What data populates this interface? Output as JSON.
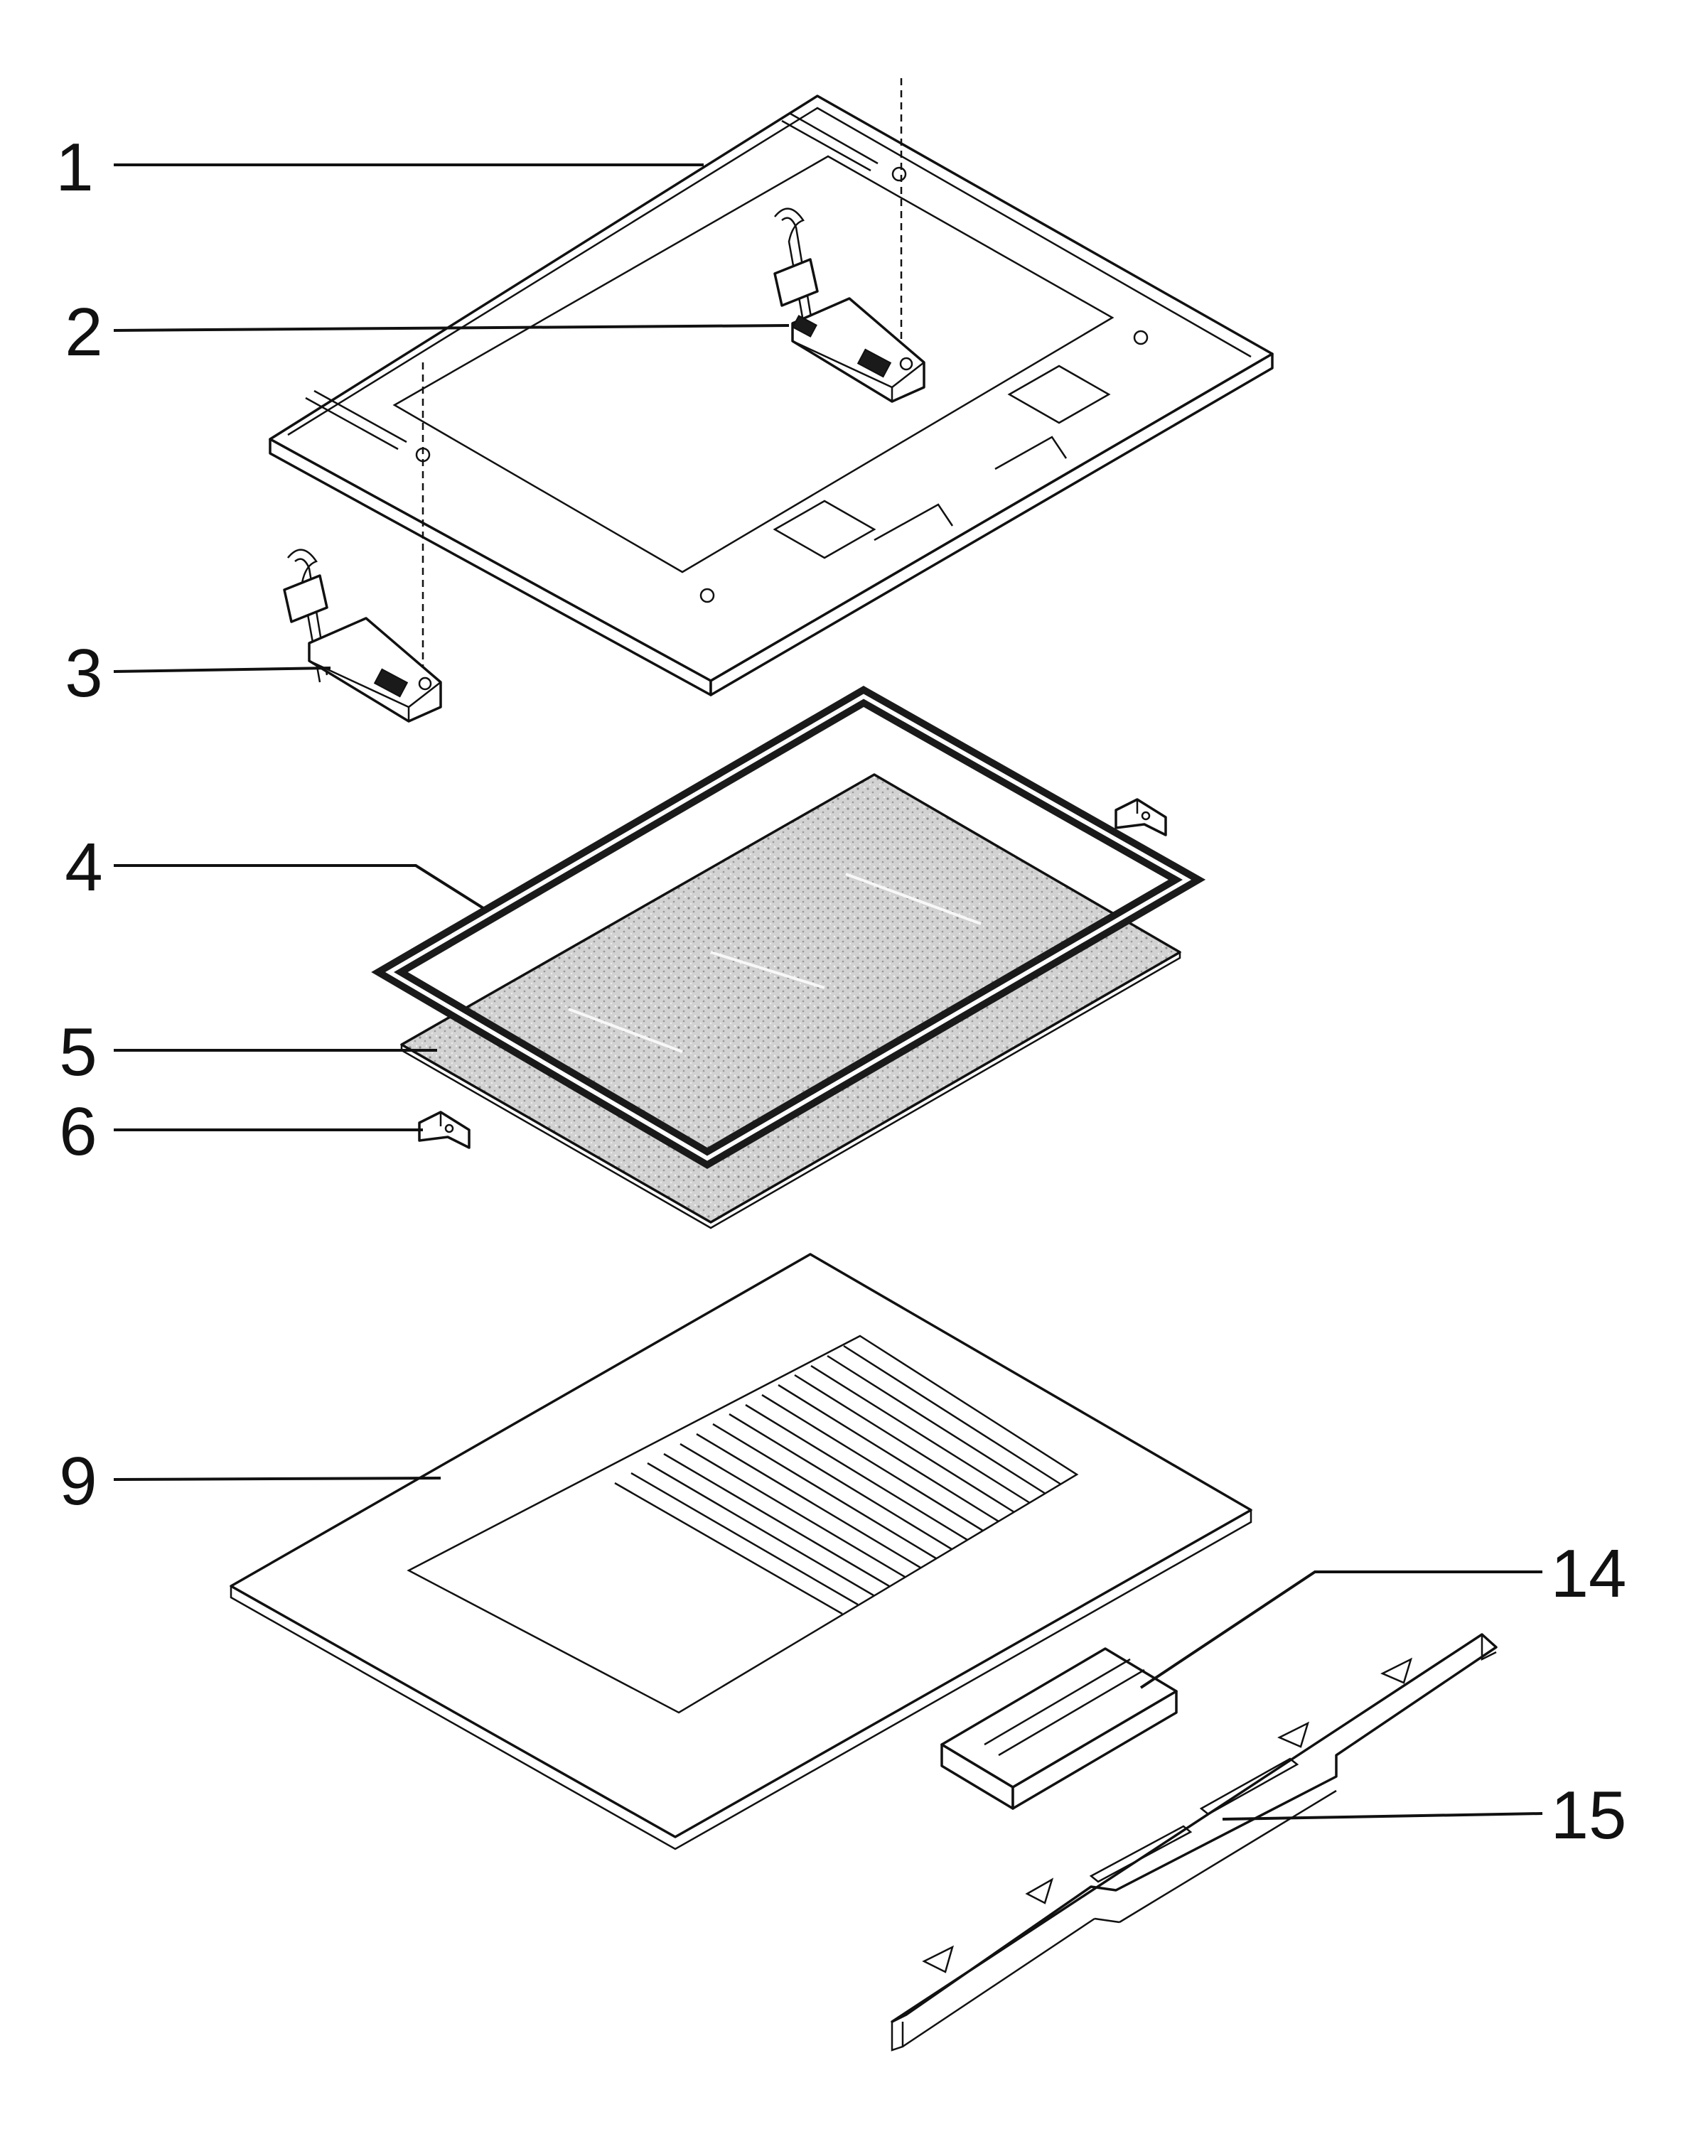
{
  "callouts": [
    {
      "id": "1",
      "text": "1"
    },
    {
      "id": "2",
      "text": "2"
    },
    {
      "id": "3",
      "text": "3"
    },
    {
      "id": "4",
      "text": "4"
    },
    {
      "id": "5",
      "text": "5"
    },
    {
      "id": "6",
      "text": "6"
    },
    {
      "id": "9",
      "text": "9"
    },
    {
      "id": "14",
      "text": "14"
    },
    {
      "id": "15",
      "text": "15"
    }
  ],
  "colors": {
    "line": "#111111",
    "background": "#ffffff",
    "glass": "#c8c8c8",
    "gasket": "#1a1a1a"
  }
}
